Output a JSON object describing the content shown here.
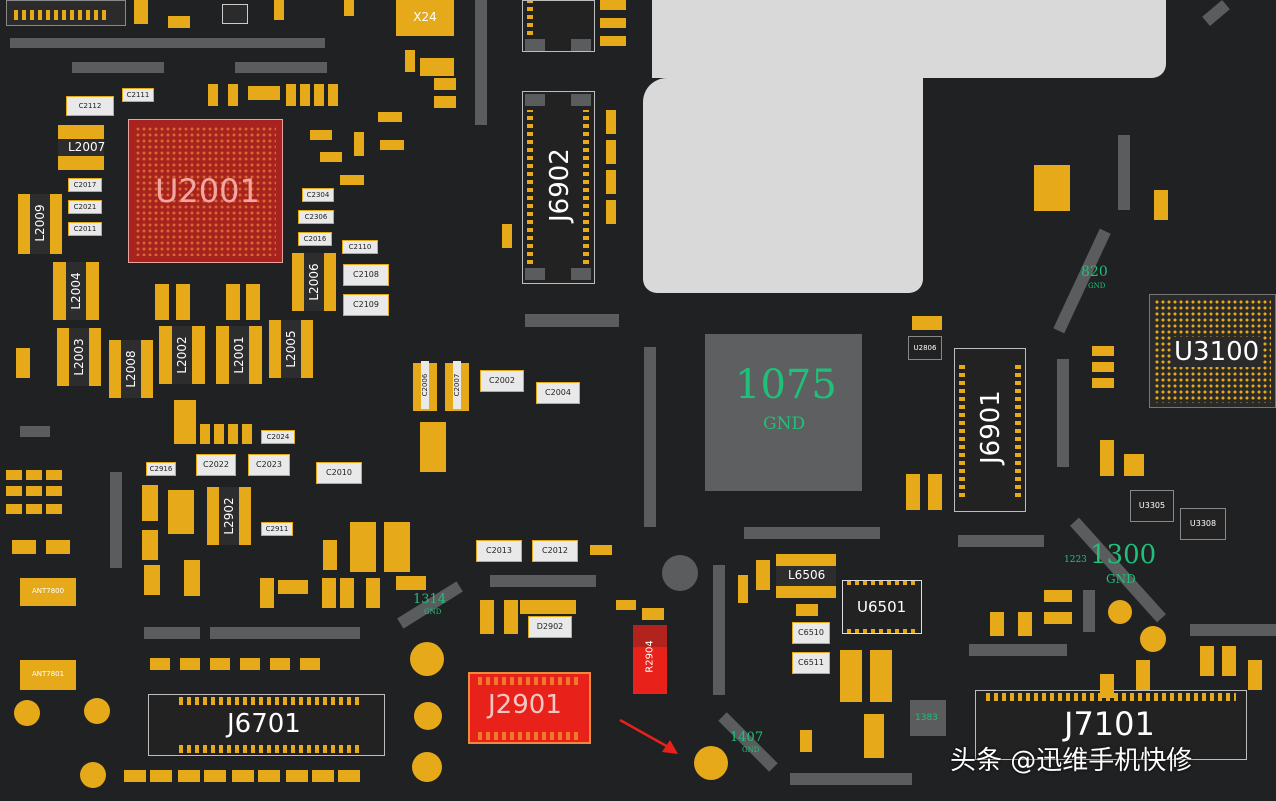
{
  "board": {
    "components": {
      "u2001": "U2001",
      "u3100": "U3100",
      "j6902": "J6902",
      "j6901": "J6901",
      "j6701": "J6701",
      "j2901": "J2901",
      "j7101": "J7101",
      "u6501": "U6501",
      "l6506": "L6506",
      "l2007": "L2007",
      "l2009": "L2009",
      "l2004": "L2004",
      "l2006": "L2006",
      "l2003": "L2003",
      "l2008": "L2008",
      "l2002": "L2002",
      "l2001": "L2001",
      "l2005": "L2005",
      "l2902": "L2902",
      "r2904": "R2904",
      "c2112": "C2112",
      "c2111": "C2111",
      "c2017": "C2017",
      "c2021": "C2021",
      "c2011": "C2011",
      "c2304": "C2304",
      "c2306": "C2306",
      "c2016": "C2016",
      "c2110": "C2110",
      "c2108": "C2108",
      "c2109": "C2109",
      "c2006": "C2006",
      "c2007": "C2007",
      "c2002": "C2002",
      "c2004": "C2004",
      "c2024": "C2024",
      "c2022": "C2022",
      "c2023": "C2023",
      "c2010": "C2010",
      "c2013": "C2013",
      "c2012": "C2012",
      "c2911": "C2911",
      "c2916": "C2916",
      "c6510": "C6510",
      "c6511": "C6511",
      "d2902": "D2902",
      "u3305": "U3305",
      "u3308": "U3308",
      "u2806": "U2806",
      "ant7800": "ANT7800",
      "ant7801": "ANT7801",
      "x24": "X24"
    },
    "gnd_pads": [
      {
        "count": "1075",
        "name": "GND"
      },
      {
        "count": "1300",
        "name": "GND"
      },
      {
        "count": "820",
        "name": "GND"
      },
      {
        "count": "1314",
        "name": "GND"
      },
      {
        "count": "1407",
        "name": "GND"
      },
      {
        "count": "1383",
        "name": ""
      },
      {
        "count": "1223",
        "name": ""
      }
    ],
    "accent": "#e6a91a",
    "gnd_color": "#1fc07a",
    "highlight_color": "#e8211b"
  },
  "watermark": "头条 @迅维手机快修"
}
